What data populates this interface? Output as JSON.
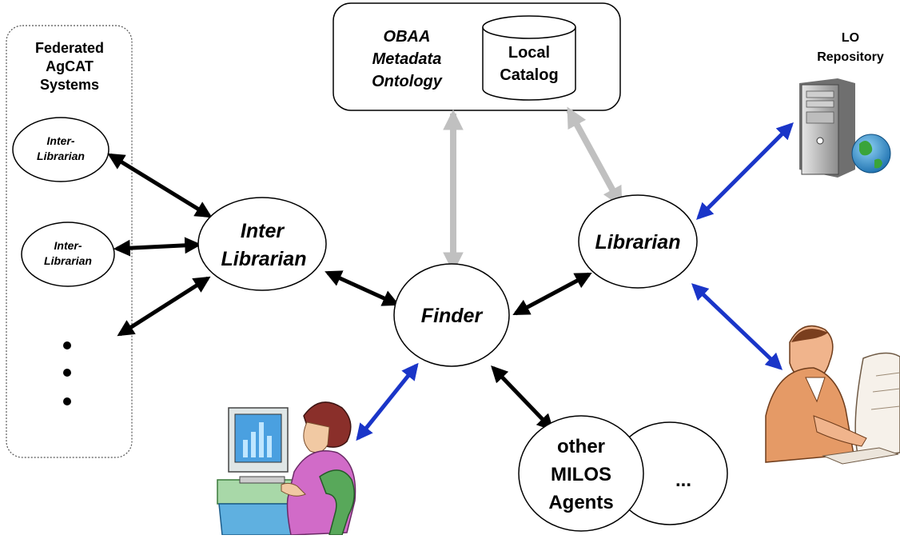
{
  "federated": {
    "title_lines": [
      "Federated",
      "AgCAT",
      "Systems"
    ],
    "inter_librarian_1": [
      "Inter-",
      "Librarian"
    ],
    "inter_librarian_2": [
      "Inter-",
      "Librarian"
    ],
    "ellipsis_dots": "•\n•\n•"
  },
  "obaa": {
    "ontology_lines": [
      "OBAA",
      "Metadata",
      "Ontology"
    ],
    "catalog_lines": [
      "Local",
      "Catalog"
    ]
  },
  "lo_repository": {
    "title_lines": [
      "LO",
      "Repository"
    ],
    "icon": "server-globe-icon"
  },
  "agents": {
    "inter_librarian": [
      "Inter",
      "Librarian"
    ],
    "librarian": "Librarian",
    "finder": "Finder",
    "other_agents": [
      "other",
      "MILOS",
      "Agents"
    ],
    "more": "..."
  },
  "people": {
    "user_icon": "woman-at-computer-icon",
    "librarian_icon": "man-at-computer-icon"
  },
  "colors": {
    "black_arrow": "#000000",
    "gray_arrow": "#c0c0c0",
    "blue_arrow": "#1a35c8",
    "ellipse_stroke": "#000000"
  }
}
